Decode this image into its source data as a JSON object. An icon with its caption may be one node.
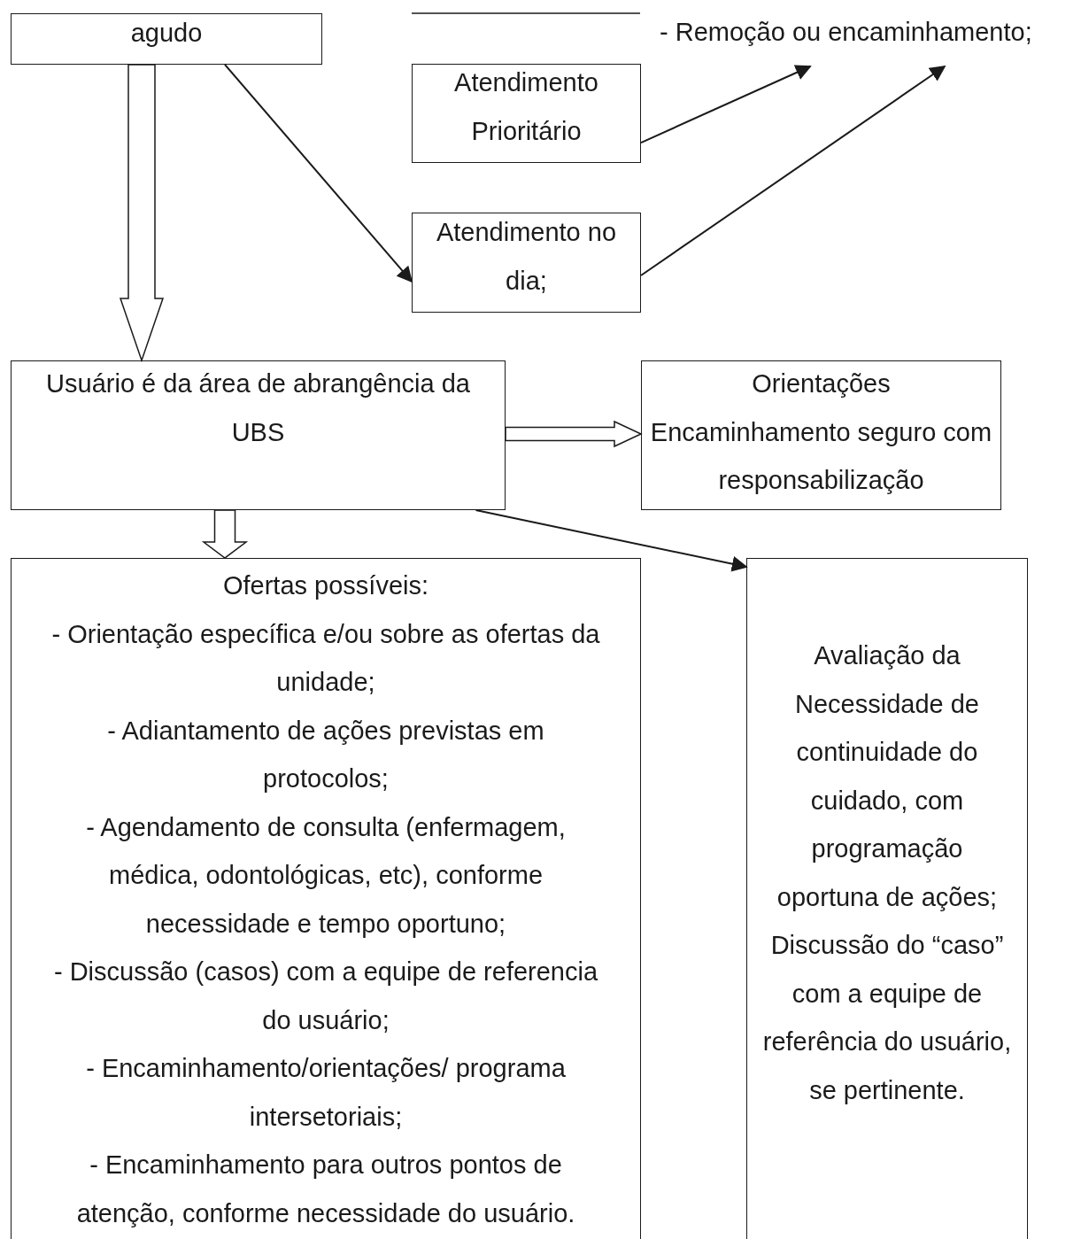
{
  "diagram": {
    "nodes": [
      {
        "text": [
          "agudo"
        ]
      },
      {
        "text": [
          "- Remoção ou encaminhamento;"
        ]
      },
      {
        "text": [
          "Atendimento Prioritário"
        ]
      },
      {
        "text": [
          "Atendimento no dia;"
        ]
      },
      {
        "text": [
          "Usuário é da área de abrangência da UBS"
        ]
      },
      {
        "text": [
          "Orientações",
          "Encaminhamento seguro com responsabilização"
        ]
      },
      {
        "text": [
          "Ofertas possíveis:",
          "- Orientação específica e/ou sobre as ofertas da unidade;",
          "- Adiantamento de ações previstas em protocolos;",
          "- Agendamento de consulta (enfermagem, médica, odontológicas, etc), conforme necessidade e tempo oportuno;",
          "- Discussão (casos) com a equipe de referencia do usuário;",
          "- Encaminhamento/orientações/ programa intersetoriais;",
          "- Encaminhamento para outros pontos de atenção, conforme necessidade do usuário."
        ]
      },
      {
        "text": [
          "Avaliação da Necessidade de continuidade do cuidado, com programação oportuna de ações;",
          "Discussão do “caso” com a equipe de referência do usuário, se pertinente."
        ]
      }
    ],
    "edges": [
      {
        "from": 0,
        "to": 3,
        "arrow": "to"
      },
      {
        "from": 0,
        "to": 4,
        "arrow": "to",
        "style": "thick"
      },
      {
        "from": 2,
        "to": 1,
        "arrow": "to"
      },
      {
        "from": 3,
        "to": 1,
        "arrow": "to"
      },
      {
        "from": 4,
        "to": 5,
        "arrow": "to",
        "style": "thick"
      },
      {
        "from": 4,
        "to": 6,
        "arrow": "to",
        "style": "thick"
      },
      {
        "from": 4,
        "to": 7,
        "arrow": "to"
      }
    ]
  }
}
